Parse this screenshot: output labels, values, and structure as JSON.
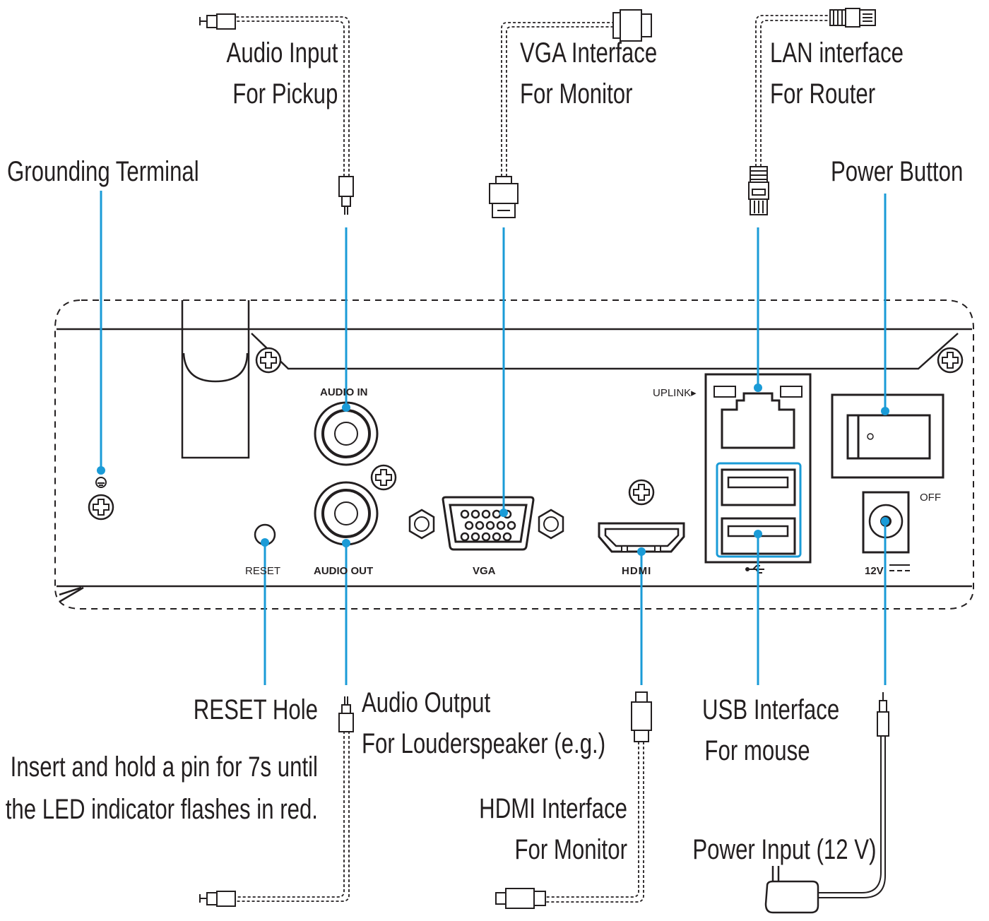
{
  "callouts": {
    "grounding": "Grounding Terminal",
    "audio_in_1": "Audio Input",
    "audio_in_2": "For Pickup",
    "vga_1": "VGA Interface",
    "vga_2": "For Monitor",
    "lan_1": "LAN interface",
    "lan_2": "For Router",
    "power_button": "Power Button",
    "reset_title": "RESET Hole",
    "reset_note_1": "Insert and hold a pin for 7s until",
    "reset_note_2": "the LED indicator flashes in red.",
    "audio_out_1": "Audio Output",
    "audio_out_2": "For Louderspeaker (e.g.)",
    "hdmi_1": "HDMI Interface",
    "hdmi_2": "For Monitor",
    "usb_1": "USB Interface",
    "usb_2": "For mouse",
    "power_input": "Power Input (12 V)"
  },
  "panel_labels": {
    "audio_in": "AUDIO IN",
    "audio_out": "AUDIO OUT",
    "reset": "RESET",
    "vga": "VGA",
    "hdmi": "HDMI",
    "uplink": "UPLINK▸",
    "off": "OFF",
    "dc": "12V"
  },
  "colors": {
    "leader": "#1a9bd7",
    "ink": "#231f20"
  }
}
